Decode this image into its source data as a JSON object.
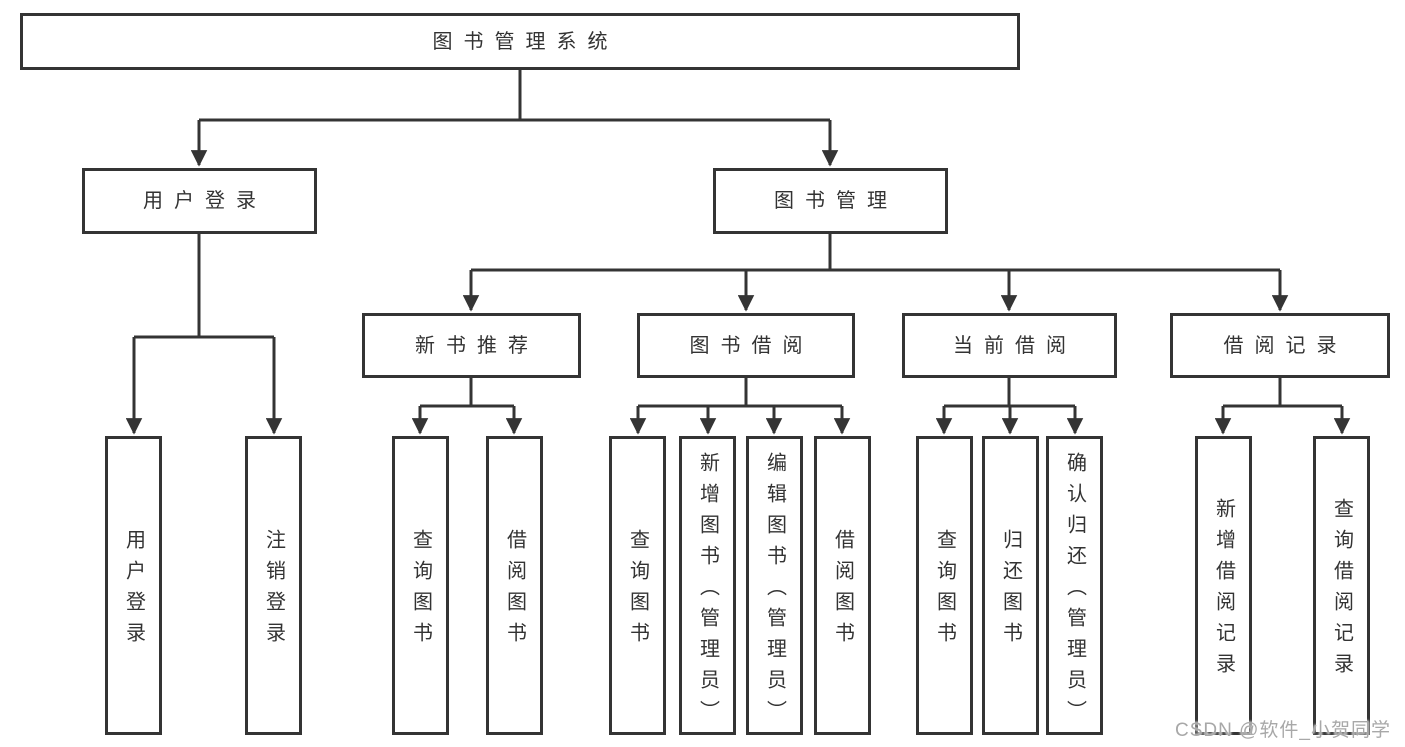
{
  "watermark": {
    "text": "CSDN @软件_小贺同学"
  },
  "colors": {
    "line": "#343434",
    "box_border": "#343434",
    "text": "#333333",
    "background": "#ffffff",
    "watermark_text": "#a8a8a8"
  },
  "tree": {
    "label": "图书管理系统",
    "children": [
      {
        "label": "用户登录",
        "children": [
          {
            "label": "用户登录"
          },
          {
            "label": "注销登录"
          }
        ]
      },
      {
        "label": "图书管理",
        "children": [
          {
            "label": "新书推荐",
            "children": [
              {
                "label": "查询图书"
              },
              {
                "label": "借阅图书"
              }
            ]
          },
          {
            "label": "图书借阅",
            "children": [
              {
                "label": "查询图书"
              },
              {
                "label": "新增图书（管理员）"
              },
              {
                "label": "编辑图书（管理员）"
              },
              {
                "label": "借阅图书"
              }
            ]
          },
          {
            "label": "当前借阅",
            "children": [
              {
                "label": "查询图书"
              },
              {
                "label": "归还图书"
              },
              {
                "label": "确认归还（管理员）"
              }
            ]
          },
          {
            "label": "借阅记录",
            "children": [
              {
                "label": "新增借阅记录"
              },
              {
                "label": "查询借阅记录"
              }
            ]
          }
        ]
      }
    ]
  }
}
